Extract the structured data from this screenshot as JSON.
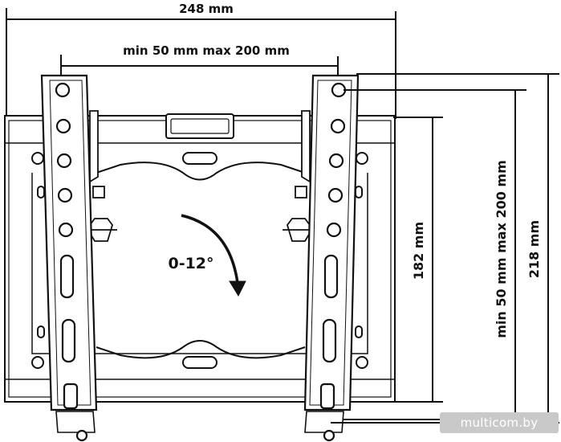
{
  "dimensions": {
    "width_total": "248 mm",
    "hole_spacing_horizontal": "min 50 mm max 200 mm",
    "hole_spacing_vertical": "min 50 mm max 200 mm",
    "height_plate": "182 mm",
    "height_total": "218 mm"
  },
  "tilt_label": "0-12°",
  "watermark": "multicom.by",
  "colors": {
    "line": "#111111",
    "fill": "#ffffff",
    "watermark_bg": "#c9c9c9"
  }
}
